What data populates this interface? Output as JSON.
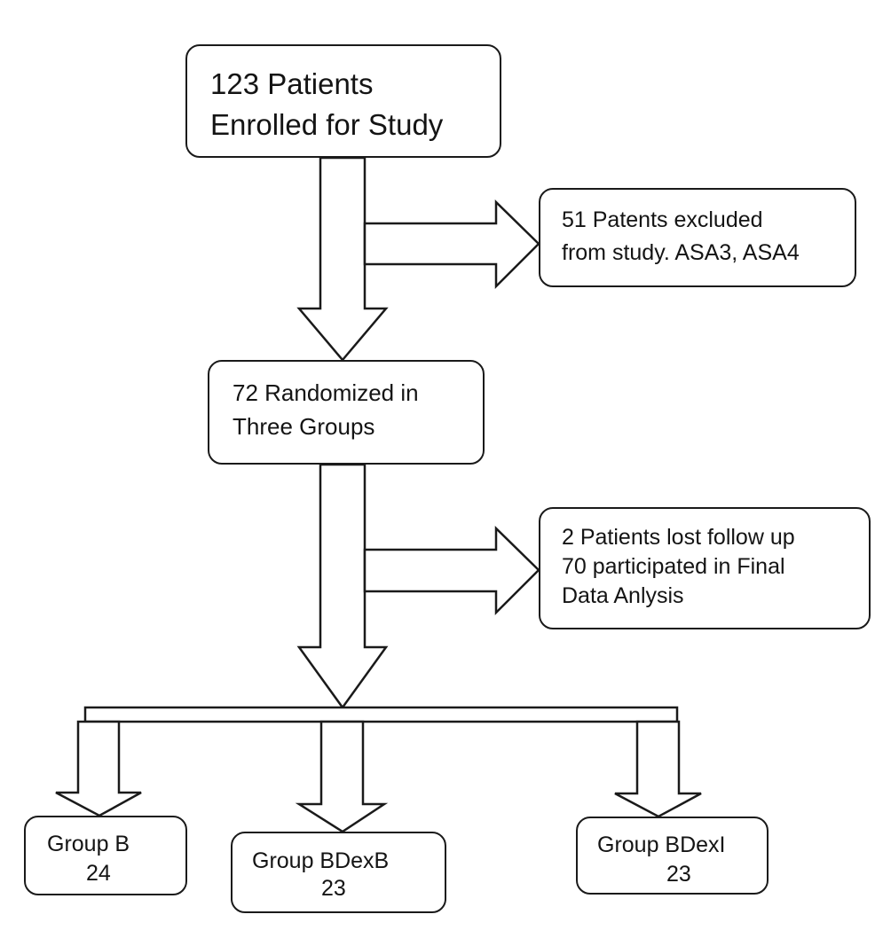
{
  "boxes": {
    "enrolled": {
      "line1": "123 Patients",
      "line2": "Enrolled for Study"
    },
    "excluded": {
      "line1": "51 Patents excluded",
      "line2": "from study.  ASA3, ASA4"
    },
    "randomized": {
      "line1": "72 Randomized in",
      "line2": "Three Groups"
    },
    "lost": {
      "line1": "2 Patients lost follow up",
      "line2": "70 participated in Final",
      "line3": "Data Anlysis"
    }
  },
  "groups": [
    {
      "name": "Group B",
      "count": "24"
    },
    {
      "name": "Group  BDexB",
      "count": "23"
    },
    {
      "name": "Group  BDexI",
      "count": "23"
    }
  ],
  "colors": {
    "stroke": "#1a1a1a",
    "fill": "#ffffff",
    "text": "#141414"
  }
}
